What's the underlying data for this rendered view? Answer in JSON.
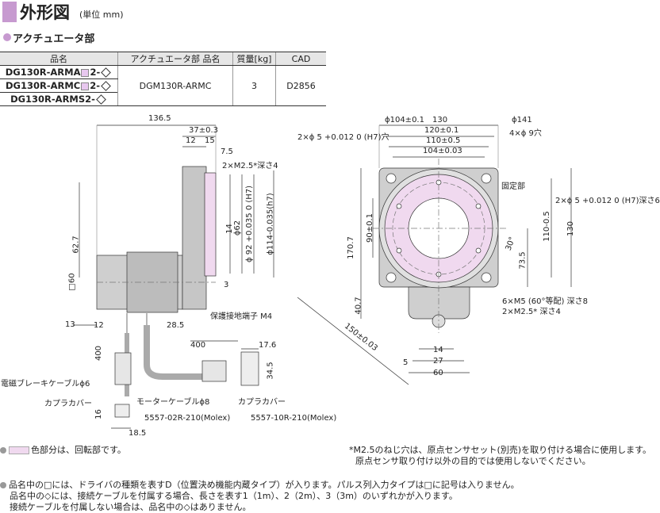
{
  "header": {
    "title": "外形図",
    "unit": "(単位 mm)"
  },
  "section": {
    "title": "アクチュエータ部"
  },
  "table": {
    "headers": [
      "品名",
      "アクチュエータ部 品名",
      "質量[kg]",
      "CAD"
    ],
    "rows": [
      {
        "prefix": "DG130R-ARMA",
        "suffix": "2-"
      },
      {
        "prefix": "DG130R-ARMC",
        "suffix": "2-"
      },
      {
        "prefix": "DG130R-ARMS2-",
        "suffix": ""
      }
    ],
    "actuator_name": "DGM130R-ARMC",
    "mass": "3",
    "cad": "D2856"
  },
  "side_view": {
    "dims": [
      "136.5",
      "37±0.3",
      "12",
      "15",
      "7.5",
      "2×M2.5*深さ4",
      "14",
      "ϕ62",
      "ϕ 92 +0.035 0 (H7)",
      "ϕ114-0.035(h7)",
      "62.7",
      "□60",
      "3",
      "保護接地端子 M4",
      "13",
      "12",
      "28.5",
      "400",
      "17.6",
      "400",
      "34.5",
      "16",
      "18.5"
    ],
    "labels": {
      "brake_cable": "電磁ブレーキケーブルϕ6",
      "coupler1": "カプラカバー",
      "motor_cable": "モーターケーブルϕ8",
      "coupler2": "カプラカバー",
      "conn1": "5557-02R-210(Molex)",
      "conn2": "5557-10R-210(Molex)"
    }
  },
  "front_view": {
    "dims": [
      "ϕ104±0.1",
      "130",
      "120±0.1",
      "110±0.5",
      "104±0.03",
      "ϕ141",
      "4×ϕ 9穴",
      "2×ϕ 5 +0.012 0 (H7)穴",
      "固定部",
      "2×ϕ 5 +0.012 0 (H7)深さ6",
      "90±0.1",
      "170.7",
      "30°",
      "110-0.5",
      "130",
      "73.5",
      "40.7",
      "6×M5 (60°等配) 深さ8",
      "2×M2.5* 深さ4",
      "150±0.03",
      "14",
      "27",
      "5",
      "60"
    ]
  },
  "notes": {
    "legend": "色部分は、回転部です。",
    "m25_1": "*M2.5のねじ穴は、原点センサセット(別売)を取り付ける場合に使用します。",
    "m25_2": "原点センサ取り付け以外の目的では使用しないでください。",
    "n1": "品名中の□には、ドライバの種類を表すD（位置決め機能内蔵タイプ）が入ります。パルス列入力タイプは□に記号は入りません。",
    "n2": "品名中の◇には、接続ケーブルを付属する場合、長さを表す1（1m）、2（2m）、3（3m）のいずれかが入ります。",
    "n3": "接続ケーブルを付属しない場合は、品名中の◇はありません。"
  },
  "colors": {
    "accent": "#c79ad0",
    "rotating": "#f0d9ef",
    "body": "#c8c8c8"
  }
}
